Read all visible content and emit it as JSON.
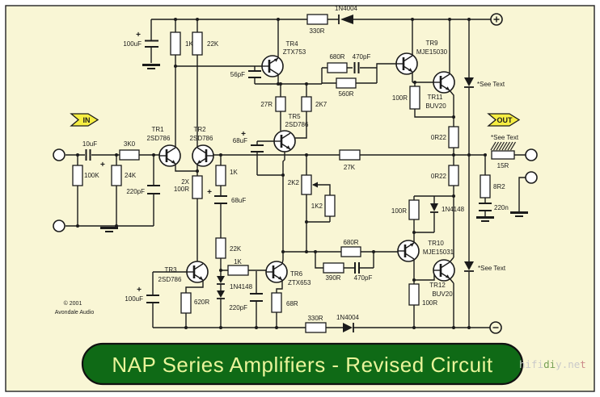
{
  "banner": {
    "text": "NAP Series Amplifiers - Revised Circuit",
    "bg_color": "#0F6A16",
    "text_color": "#E9F49A"
  },
  "watermark": {
    "part1": "hifi",
    "part2": "di",
    "part3": "y.ne",
    "part4": "t"
  },
  "copyright": {
    "line1": "© 2001",
    "line2": "Avondale Audio"
  },
  "io": {
    "in_label": "IN",
    "out_label": "OUT"
  },
  "notes": {
    "see_text": "*See Text"
  },
  "sym": {
    "plus": "+"
  },
  "colors": {
    "background": "#F9F6D5",
    "wire": "#1B1B1B",
    "arrow_fill": "#F6EE42",
    "resistor_fill": "#FFFFFF"
  },
  "parts": {
    "c100uf_top": "100uF",
    "r1k_in": "1K",
    "r22k_in": "22K",
    "r330_top": "330R",
    "d1n4004_top": "1N4004",
    "tr4_name": "TR4",
    "tr4_type": "ZTX753",
    "c56pf": "56pF",
    "r680_top": "680R",
    "c470pf_top": "470pF",
    "r560": "560R",
    "tr9_name": "TR9",
    "tr9_type": "MJE15030",
    "r100_tr9": "100R",
    "tr11_name": "TR11",
    "tr11_type": "BUV20",
    "c10uf": "10uF",
    "r3k0": "3K0",
    "r100k": "100K",
    "r24k": "24K",
    "c220pf_in": "220pF",
    "tr1_name": "TR1",
    "tr1_type": "2SD786",
    "tr2_name": "TR2",
    "tr2_type": "2SD786",
    "r2x100_line1": "2X",
    "r2x100_line2": "100R",
    "r1k_tr2": "1K",
    "c68uf_fb": "68uF",
    "r22k_fb": "22K",
    "r1k_tr6": "1K",
    "d1n4148_bias": "1N4148",
    "c220pf_tr6": "220pF",
    "r27r": "27R",
    "r2k7": "2K7",
    "tr5_name": "TR5",
    "tr5_type": "2SD786",
    "c68uf_tr5": "68uF",
    "r27k": "27K",
    "r2k2": "2K2",
    "r1k2": "1K2",
    "r0r22_top": "0R22",
    "r0r22_bot": "0R22",
    "r15r": "15R",
    "r8r2": "8R2",
    "c220n": "220n",
    "r100_tr10": "100R",
    "d1n4148_out": "1N4148",
    "r680_bot": "680R",
    "r390r": "390R",
    "c470pf_bot": "470pF",
    "tr6_name": "TR6",
    "tr6_type": "ZTX653",
    "r68r": "68R",
    "tr10_name": "TR10",
    "tr10_type": "MJE15031",
    "tr12_name": "TR12",
    "tr12_type": "BUV20",
    "r100_tr12": "100R",
    "r330_bot": "330R",
    "d1n4004_bot": "1N4004",
    "tr3_name": "TR3",
    "tr3_type": "2SD786",
    "c100uf_bot": "100uF",
    "r620r": "620R"
  }
}
